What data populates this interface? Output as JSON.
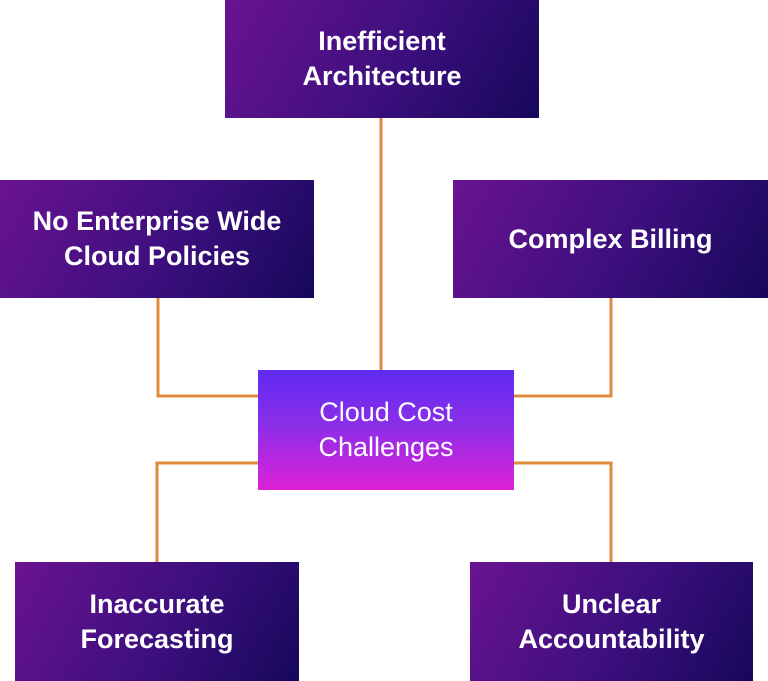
{
  "diagram": {
    "center": {
      "label": "Cloud Cost Challenges"
    },
    "nodes": [
      {
        "id": "inefficient-architecture",
        "label": "Inefficient Architecture"
      },
      {
        "id": "no-enterprise-wide-cloud-policies",
        "label": "No Enterprise Wide Cloud Policies"
      },
      {
        "id": "complex-billing",
        "label": "Complex Billing"
      },
      {
        "id": "inaccurate-forecasting",
        "label": "Inaccurate Forecasting"
      },
      {
        "id": "unclear-accountability",
        "label": "Unclear Accountability"
      }
    ],
    "colors": {
      "node_gradient_start": "#6a1391",
      "node_gradient_end": "#16085a",
      "center_gradient_top": "#5f2bf2",
      "center_gradient_bottom": "#dd22d6",
      "connector": "#e08a3c"
    }
  }
}
